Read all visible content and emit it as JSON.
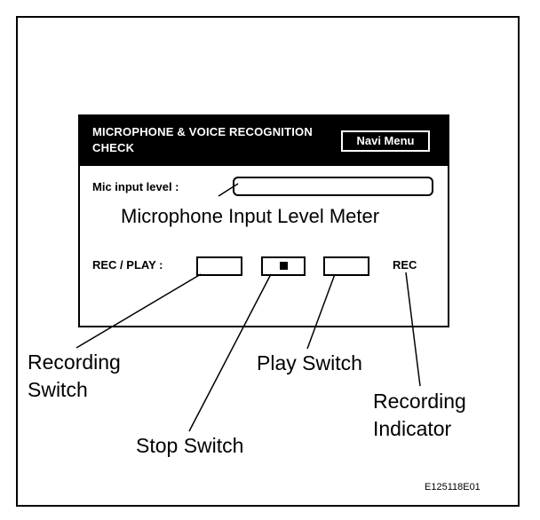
{
  "screen": {
    "title_line1": "MICROPHONE & VOICE RECOGNITION",
    "title_line2": "CHECK",
    "navi_button": "Navi Menu",
    "mic_label": "Mic input level :",
    "rec_play_label": "REC / PLAY :",
    "rec_indicator": "REC"
  },
  "callouts": {
    "mic_meter": "Microphone Input Level Meter",
    "recording_switch_line1": "Recording",
    "recording_switch_line2": "Switch",
    "stop_switch": "Stop Switch",
    "play_switch": "Play Switch",
    "recording_indicator_line1": "Recording",
    "recording_indicator_line2": "Indicator"
  },
  "figure_code": "E125118E01"
}
